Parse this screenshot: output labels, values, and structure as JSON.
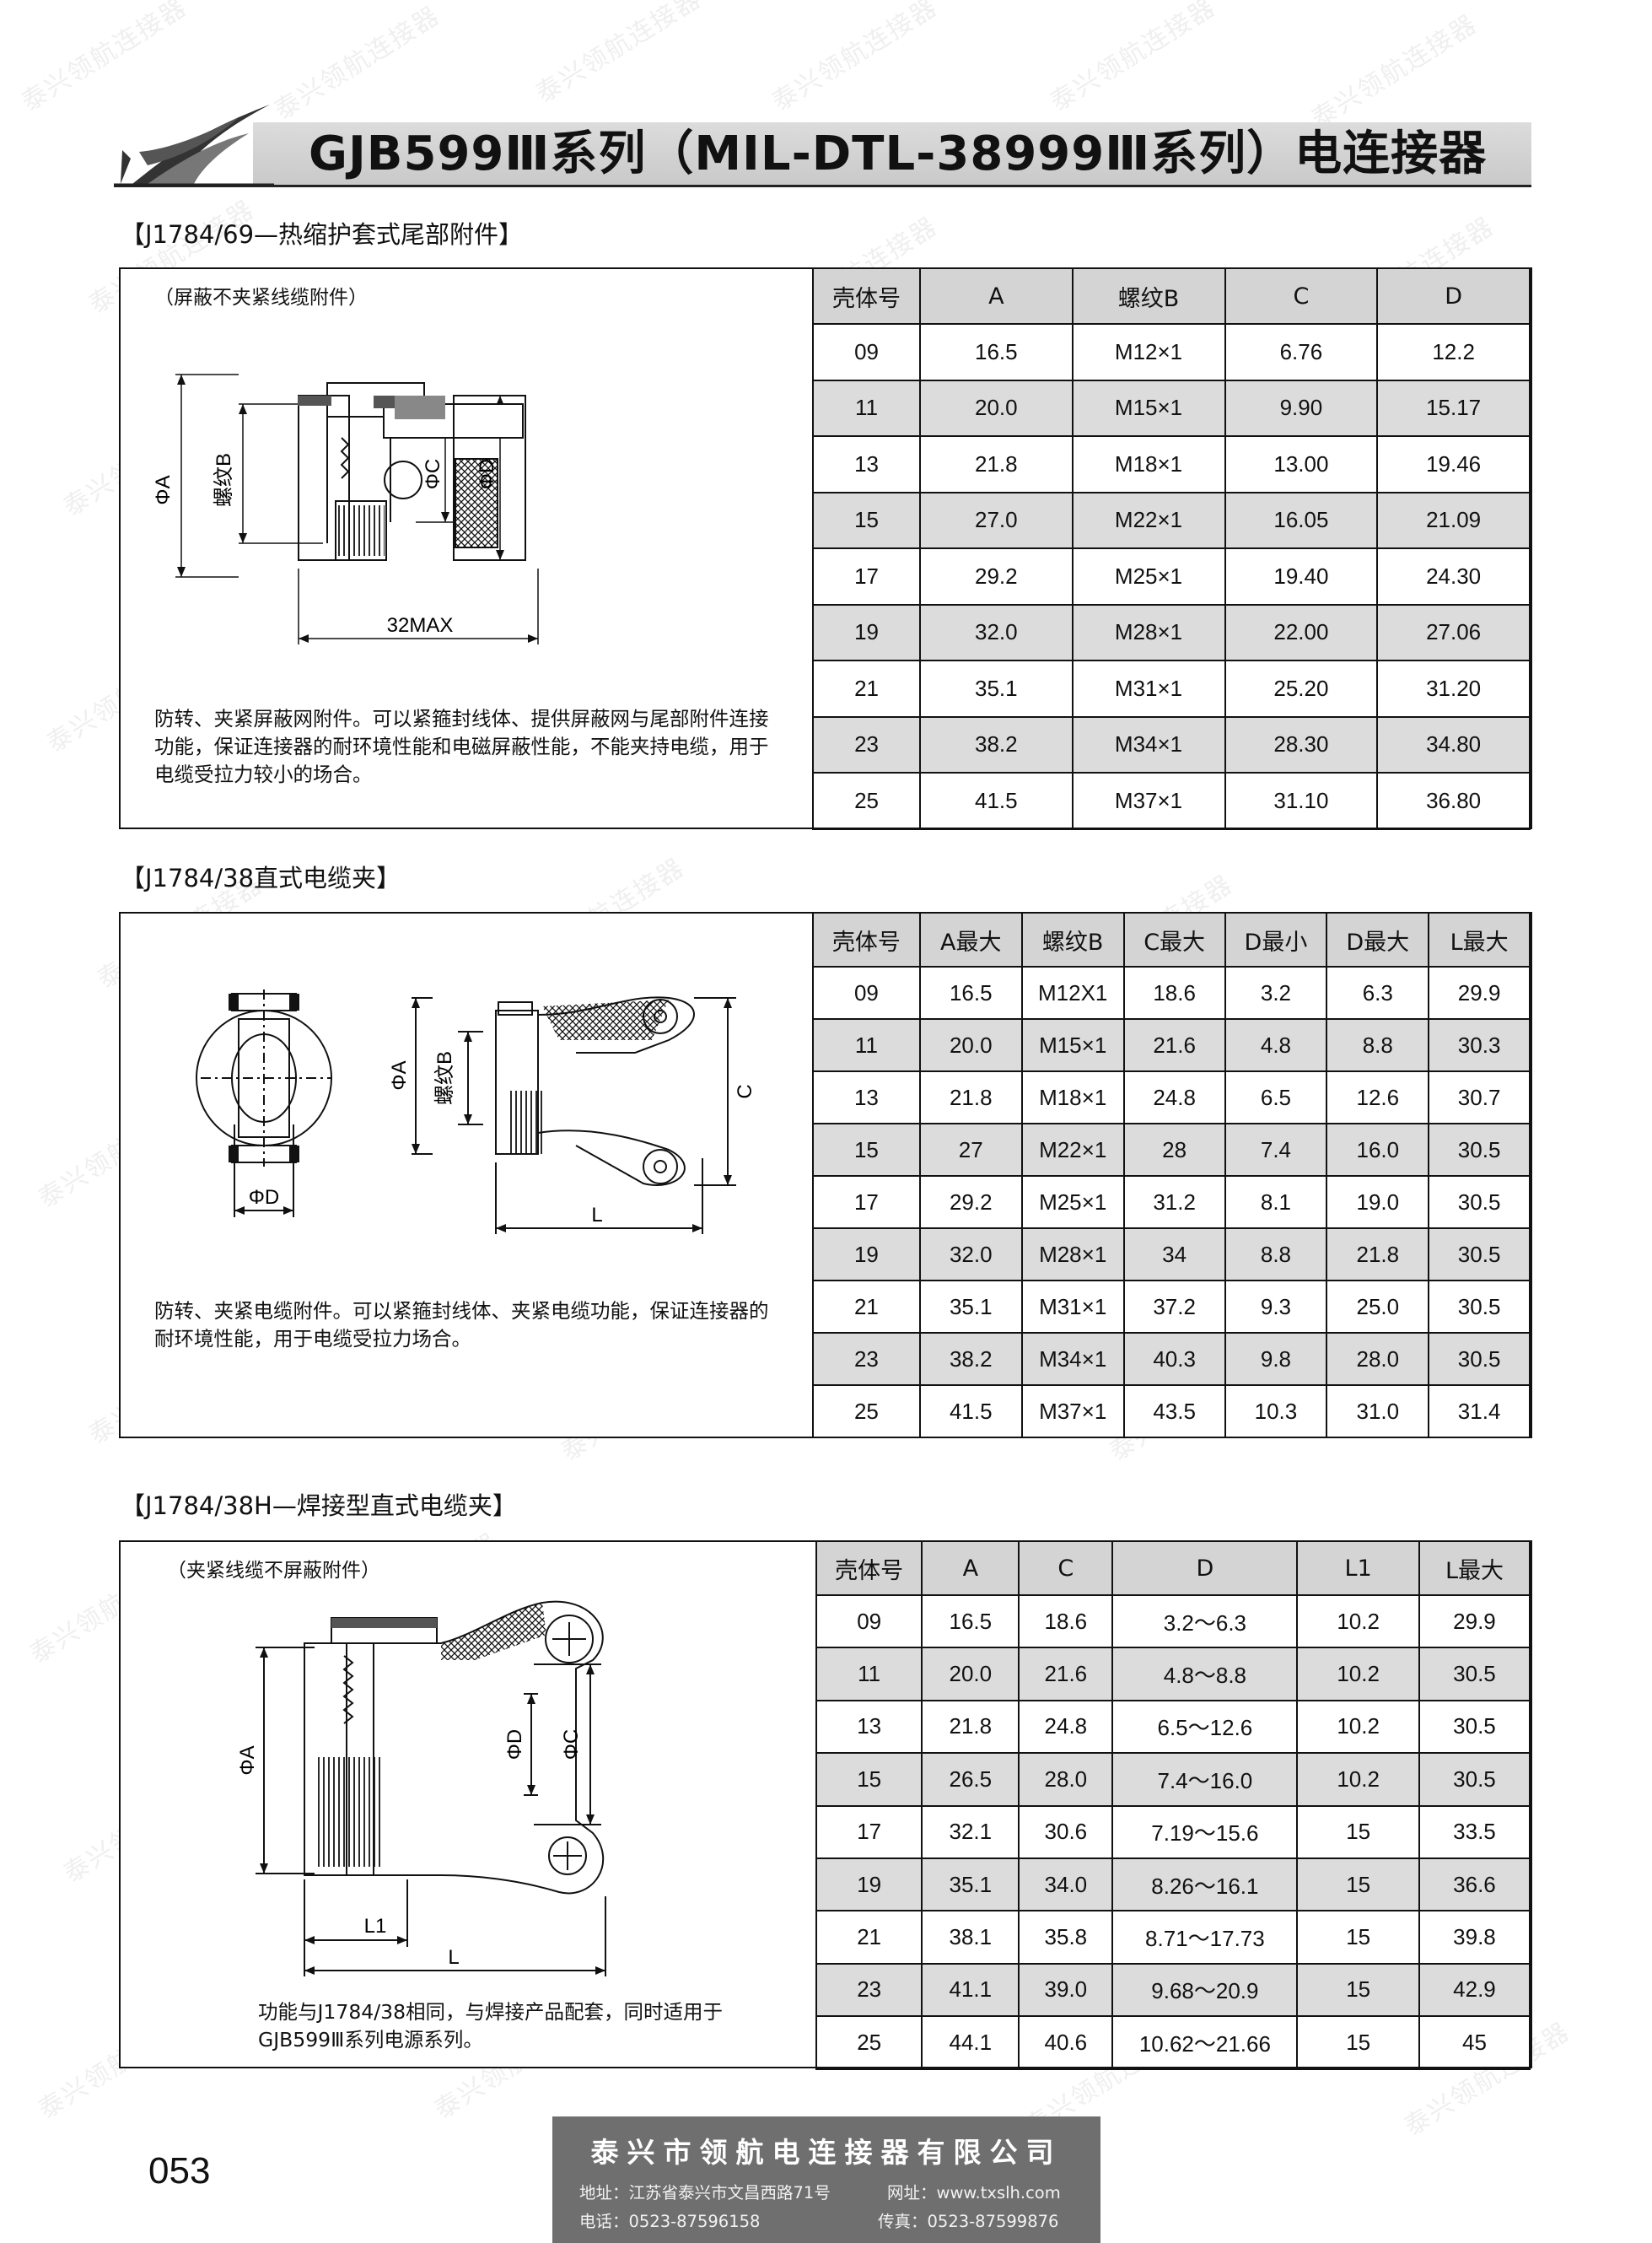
{
  "header": {
    "title": "GJB599Ⅲ系列（MIL-DTL-38999Ⅲ系列）电连接器"
  },
  "watermark": "泰兴领航连接器",
  "section1": {
    "title": "【J1784/69—热缩护套式尾部附件】",
    "note": "（屏蔽不夹紧线缆附件）",
    "labels": {
      "phiA": "ΦA",
      "threadB": "螺纹B",
      "phiC": "ΦC",
      "phiD": "ΦD",
      "len": "32MAX"
    },
    "desc": "防转、夹紧屏蔽网附件。可以紧箍封线体、提供屏蔽网与尾部附件连接功能，保证连接器的耐环境性能和电磁屏蔽性能，不能夹持电缆，用于电缆受拉力较小的场合。",
    "headers": [
      "壳体号",
      "A",
      "螺纹B",
      "C",
      "D"
    ],
    "rows": [
      [
        "09",
        "16.5",
        "M12×1",
        "6.76",
        "12.2"
      ],
      [
        "11",
        "20.0",
        "M15×1",
        "9.90",
        "15.17"
      ],
      [
        "13",
        "21.8",
        "M18×1",
        "13.00",
        "19.46"
      ],
      [
        "15",
        "27.0",
        "M22×1",
        "16.05",
        "21.09"
      ],
      [
        "17",
        "29.2",
        "M25×1",
        "19.40",
        "24.30"
      ],
      [
        "19",
        "32.0",
        "M28×1",
        "22.00",
        "27.06"
      ],
      [
        "21",
        "35.1",
        "M31×1",
        "25.20",
        "31.20"
      ],
      [
        "23",
        "38.2",
        "M34×1",
        "28.30",
        "34.80"
      ],
      [
        "25",
        "41.5",
        "M37×1",
        "31.10",
        "36.80"
      ]
    ]
  },
  "section2": {
    "title": "【J1784/38直式电缆夹】",
    "labels": {
      "phiD": "ΦD",
      "phiA": "ΦA",
      "threadB": "螺纹B",
      "c": "C",
      "l": "L"
    },
    "desc": "防转、夹紧电缆附件。可以紧箍封线体、夹紧电缆功能，保证连接器的耐环境性能，用于电缆受拉力场合。",
    "headers": [
      "壳体号",
      "A最大",
      "螺纹B",
      "C最大",
      "D最小",
      "D最大",
      "L最大"
    ],
    "rows": [
      [
        "09",
        "16.5",
        "M12X1",
        "18.6",
        "3.2",
        "6.3",
        "29.9"
      ],
      [
        "11",
        "20.0",
        "M15×1",
        "21.6",
        "4.8",
        "8.8",
        "30.3"
      ],
      [
        "13",
        "21.8",
        "M18×1",
        "24.8",
        "6.5",
        "12.6",
        "30.7"
      ],
      [
        "15",
        "27",
        "M22×1",
        "28",
        "7.4",
        "16.0",
        "30.5"
      ],
      [
        "17",
        "29.2",
        "M25×1",
        "31.2",
        "8.1",
        "19.0",
        "30.5"
      ],
      [
        "19",
        "32.0",
        "M28×1",
        "34",
        "8.8",
        "21.8",
        "30.5"
      ],
      [
        "21",
        "35.1",
        "M31×1",
        "37.2",
        "9.3",
        "25.0",
        "30.5"
      ],
      [
        "23",
        "38.2",
        "M34×1",
        "40.3",
        "9.8",
        "28.0",
        "30.5"
      ],
      [
        "25",
        "41.5",
        "M37×1",
        "43.5",
        "10.3",
        "31.0",
        "31.4"
      ]
    ]
  },
  "section3": {
    "title": "【J1784/38H—焊接型直式电缆夹】",
    "note": "（夹紧线缆不屏蔽附件）",
    "labels": {
      "phiA": "ΦA",
      "phiD": "ΦD",
      "phiC": "ΦC",
      "l1": "L1",
      "l": "L"
    },
    "desc": "功能与J1784/38相同，与焊接产品配套，同时适用于GJB599Ⅲ系列电源系列。",
    "headers": [
      "壳体号",
      "A",
      "C",
      "D",
      "L1",
      "L最大"
    ],
    "rows": [
      [
        "09",
        "16.5",
        "18.6",
        "3.2～6.3",
        "10.2",
        "29.9"
      ],
      [
        "11",
        "20.0",
        "21.6",
        "4.8～8.8",
        "10.2",
        "30.5"
      ],
      [
        "13",
        "21.8",
        "24.8",
        "6.5～12.6",
        "10.2",
        "30.5"
      ],
      [
        "15",
        "26.5",
        "28.0",
        "7.4～16.0",
        "10.2",
        "30.5"
      ],
      [
        "17",
        "32.1",
        "30.6",
        "7.19～15.6",
        "15",
        "33.5"
      ],
      [
        "19",
        "35.1",
        "34.0",
        "8.26～16.1",
        "15",
        "36.6"
      ],
      [
        "21",
        "38.1",
        "35.8",
        "8.71～17.73",
        "15",
        "39.8"
      ],
      [
        "23",
        "41.1",
        "39.0",
        "9.68～20.9",
        "15",
        "42.9"
      ],
      [
        "25",
        "44.1",
        "40.6",
        "10.62～21.66",
        "15",
        "45"
      ]
    ]
  },
  "footer": {
    "page": "053",
    "company": "泰兴市领航电连接器有限公司",
    "address": "地址：江苏省泰兴市文昌西路71号",
    "website": "网址：www.txslh.com",
    "tel": "电话：0523-87596158",
    "fax": "传真：0523-87599876"
  }
}
